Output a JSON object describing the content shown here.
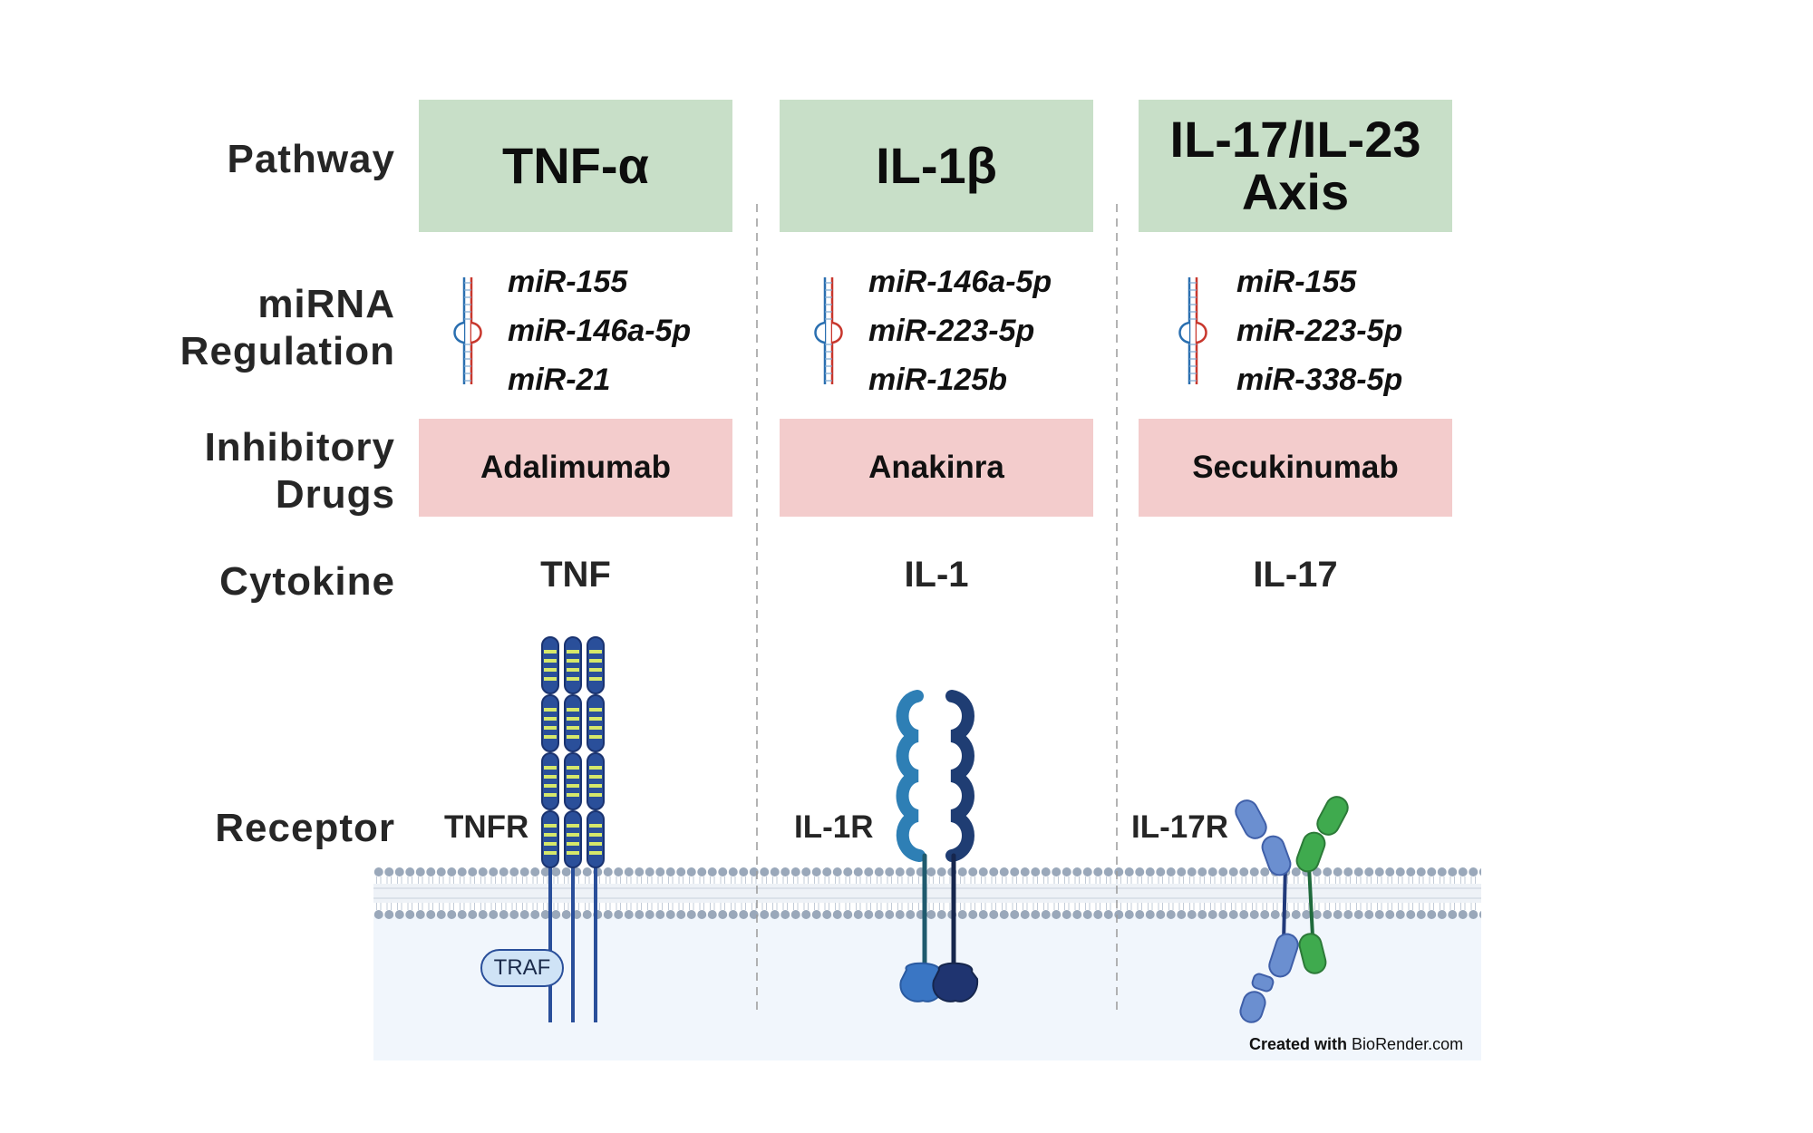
{
  "row_labels": {
    "pathway": "Pathway",
    "mirna_line1": "miRNA",
    "mirna_line2": "Regulation",
    "drugs_line1": "Inhibitory",
    "drugs_line2": "Drugs",
    "cytokine": "Cytokine",
    "receptor": "Receptor"
  },
  "columns": [
    {
      "pathway_line1": "TNF-α",
      "pathway_line2": "",
      "mirnas": [
        "miR-155",
        "miR-146a-5p",
        "miR-21"
      ],
      "drug": "Adalimumab",
      "cytokine": "TNF",
      "receptor": "TNFR",
      "adapter": "TRAF"
    },
    {
      "pathway_line1": "IL-1β",
      "pathway_line2": "",
      "mirnas": [
        "miR-146a-5p",
        "miR-223-5p",
        "miR-125b"
      ],
      "drug": "Anakinra",
      "cytokine": "IL-1",
      "receptor": "IL-1R"
    },
    {
      "pathway_line1": "IL-17/IL-23",
      "pathway_line2": "Axis",
      "mirnas": [
        "miR-155",
        "miR-223-5p",
        "miR-338-5p"
      ],
      "drug": "Secukinumab",
      "cytokine": "IL-17",
      "receptor": "IL-17R"
    }
  ],
  "credit": {
    "prefix": "Created with",
    "brand": "BioRender.com"
  },
  "colors": {
    "pathway_box": "#c8dfc8",
    "drug_box": "#f3cccc",
    "tnfr_blue": "#2a4f9a",
    "tnfr_stripe": "#d6e86a",
    "il1r_light": "#2e7fb5",
    "il1r_dark": "#1f3d73",
    "il17r_blue": "#6b8fd0",
    "il17r_green": "#3faa4e",
    "membrane": "#9aa8ba"
  },
  "icons": [
    "mirna-hairpin-icon"
  ]
}
